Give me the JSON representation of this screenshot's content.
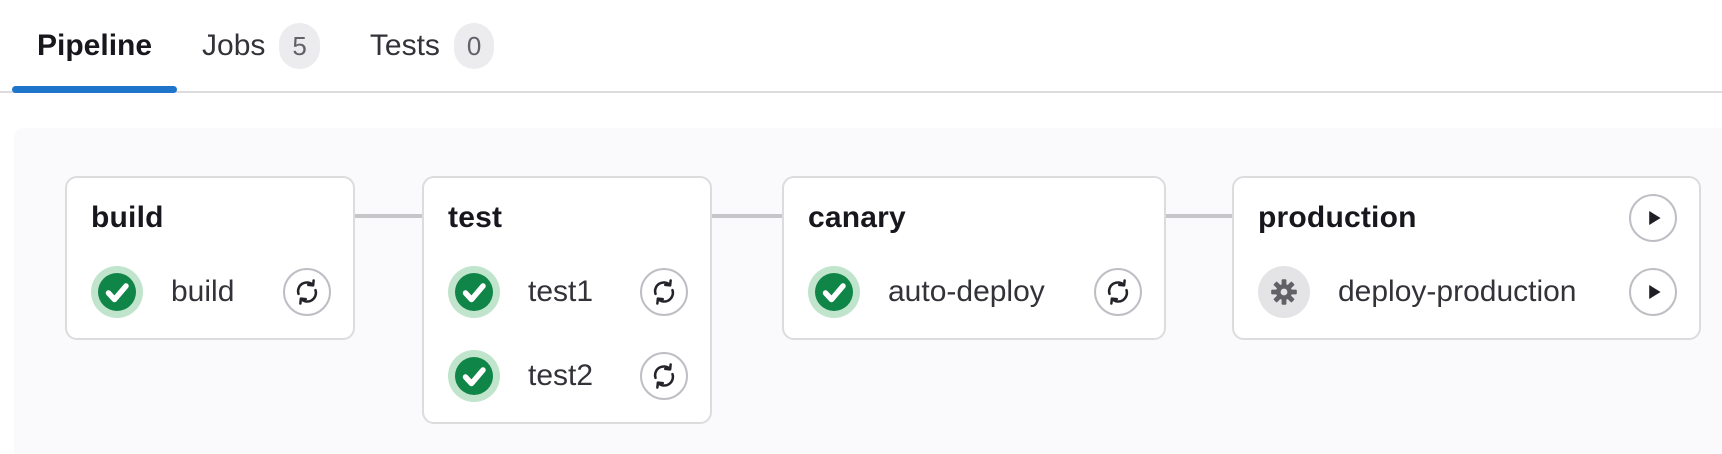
{
  "tabs": [
    {
      "label": "Pipeline",
      "active": true
    },
    {
      "label": "Jobs",
      "badge": "5"
    },
    {
      "label": "Tests",
      "badge": "0"
    }
  ],
  "pipeline": {
    "stages": [
      {
        "name": "build",
        "jobs": [
          {
            "name": "build",
            "status": "success",
            "action": "retry"
          }
        ]
      },
      {
        "name": "test",
        "jobs": [
          {
            "name": "test1",
            "status": "success",
            "action": "retry"
          },
          {
            "name": "test2",
            "status": "success",
            "action": "retry"
          }
        ]
      },
      {
        "name": "canary",
        "jobs": [
          {
            "name": "auto-deploy",
            "status": "success",
            "action": "retry"
          }
        ]
      },
      {
        "name": "production",
        "stage_action": "play",
        "jobs": [
          {
            "name": "deploy-production",
            "status": "manual",
            "action": "play"
          }
        ]
      }
    ]
  },
  "colors": {
    "accent_blue": "#1f75cb",
    "success_green": "#108548",
    "success_ring": "#c0e4cc",
    "manual_icon_gray": "#626168",
    "manual_ring": "#e4e4e7",
    "card_border": "#dcdcde",
    "panel_bg": "#fafafc",
    "connector_gray": "#c6c5ca",
    "badge_bg": "#ececef",
    "badge_text": "#626168"
  }
}
